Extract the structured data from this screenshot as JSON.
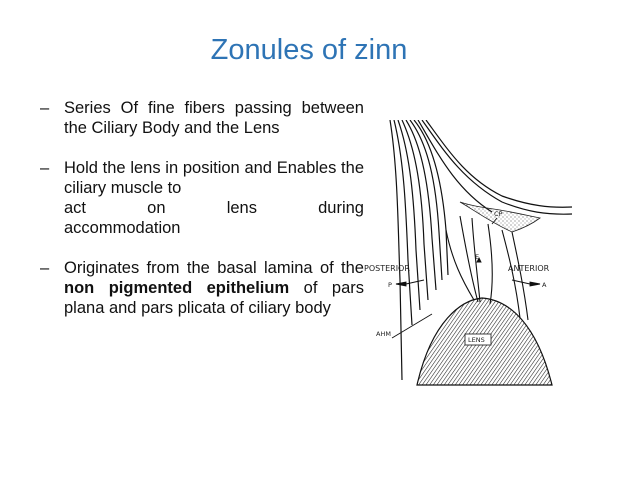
{
  "slide": {
    "title": "Zonules of zinn",
    "bullets": [
      {
        "dash": "–",
        "text": "Series Of fine fibers passing between the Ciliary Body and the Lens"
      },
      {
        "dash": "–",
        "text_main": "Hold the lens in position and Enables the ciliary muscle to",
        "text_spread": "act on lens during",
        "text_end": "accommodation"
      },
      {
        "dash": "–",
        "text_before": "Originates from the basal lamina of the",
        "bold_1": "non pigmented epithelium",
        "text_after": "of pars plana and pars plicata of ciliary body"
      }
    ]
  },
  "figure": {
    "labels": {
      "cp": "CP",
      "posterior": "POSTERIOR",
      "anterior": "ANTERIOR",
      "p": "P",
      "e": "E",
      "a": "A",
      "ahm": "AHM",
      "lens": "LENS"
    }
  }
}
